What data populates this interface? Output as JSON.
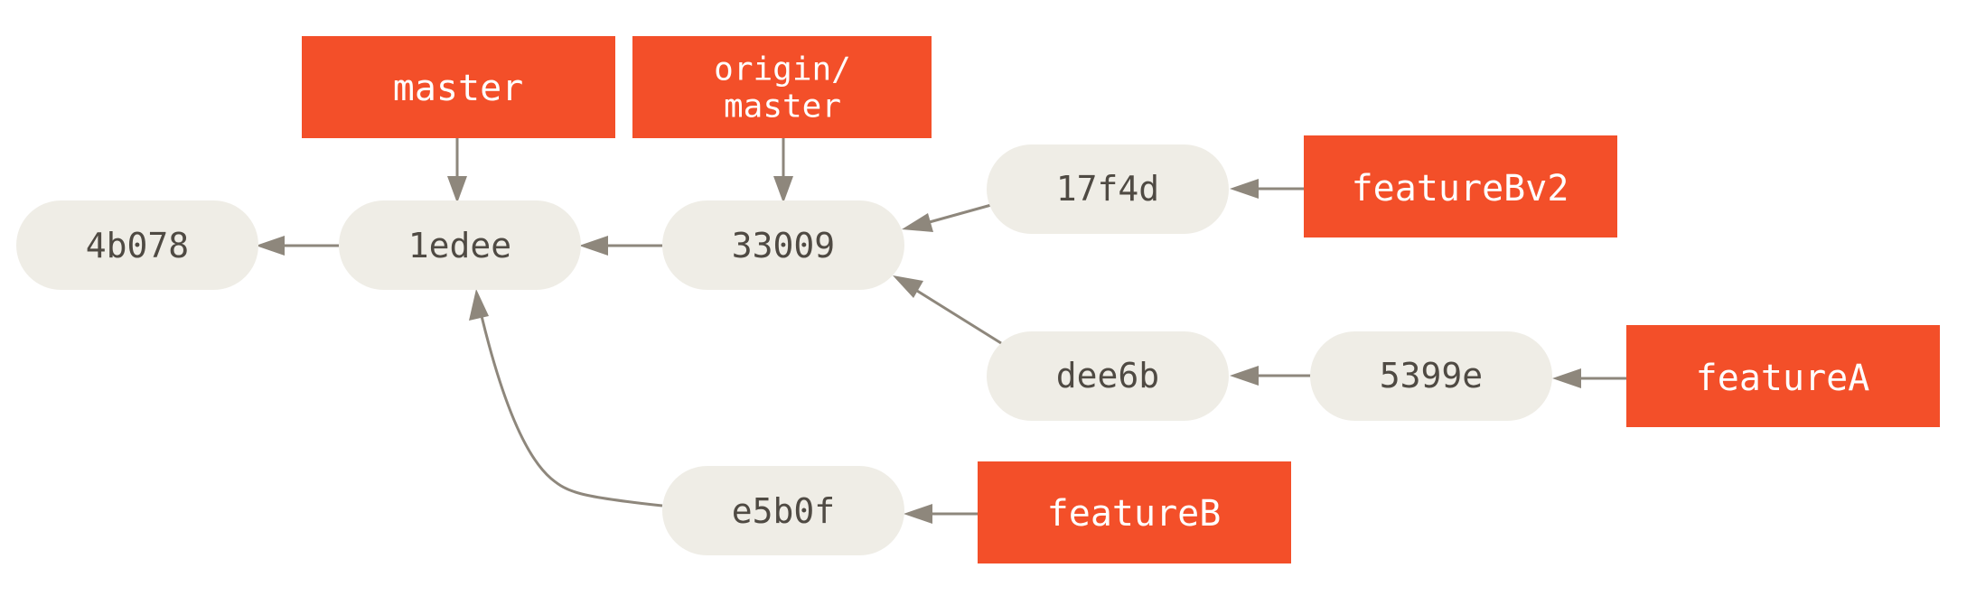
{
  "commits": {
    "c4b078": "4b078",
    "c1edee": "1edee",
    "c33009": "33009",
    "c17f4d": "17f4d",
    "cdee6b": "dee6b",
    "c5399e": "5399e",
    "ce5b0f": "e5b0f"
  },
  "branches": {
    "master": "master",
    "origin_master_line1": "origin/",
    "origin_master_line2": "master",
    "featureBv2": "featureBv2",
    "featureA": "featureA",
    "featureB": "featureB"
  },
  "colors": {
    "commit_fill": "#efede6",
    "branch_fill": "#f34f29",
    "edge": "#8e877c"
  }
}
